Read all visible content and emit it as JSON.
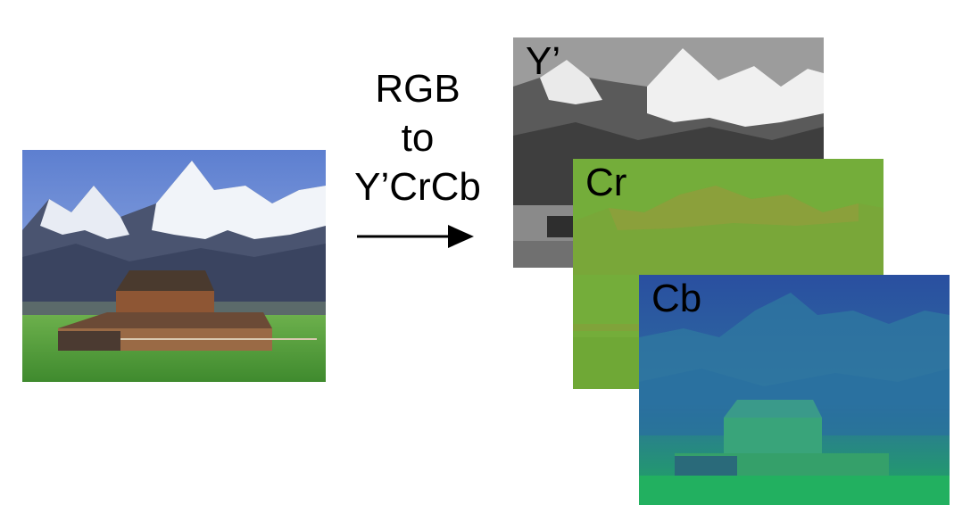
{
  "caption": {
    "line1": "RGB",
    "line2": "to",
    "line3": "Y’CrCb"
  },
  "panels": {
    "luma": {
      "label": "Y’"
    },
    "cr": {
      "label": "Cr"
    },
    "cb": {
      "label": "Cb"
    }
  },
  "colors": {
    "sky": "#6f8fd8",
    "mountain_dark": "#454f6b",
    "snow": "#eef1f6",
    "grass": "#5fa342",
    "barn": "#8a5432",
    "luma_bg": "#9a9a9a",
    "cr_bg": "#74ad3a",
    "cb_bg": "#2e5fa6"
  }
}
